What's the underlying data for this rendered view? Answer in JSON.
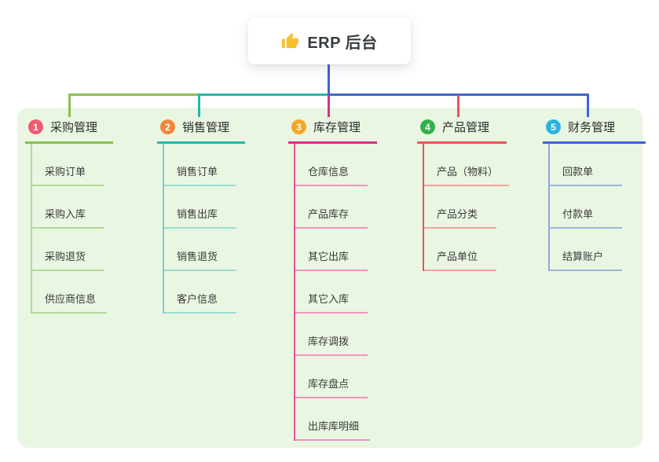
{
  "root": {
    "label": "ERP 后台",
    "icon": "thumbs-up-icon",
    "icon_color": "#f4c02c"
  },
  "panel": {
    "background": "#e9f6e2"
  },
  "branches": [
    {
      "number": "1",
      "label": "采购管理",
      "badge_color": "#ee5a71",
      "line_color": "#8cbf4f",
      "stem_color": "#b3d896",
      "child_line_color": "#b3d896",
      "children": [
        "采购订单",
        "采购入库",
        "采购退货",
        "供应商信息"
      ]
    },
    {
      "number": "2",
      "label": "销售管理",
      "badge_color": "#f0873c",
      "line_color": "#23b8ab",
      "stem_color": "#79d0c7",
      "child_line_color": "#98dcd4",
      "children": [
        "销售订单",
        "销售出库",
        "销售退货",
        "客户信息"
      ]
    },
    {
      "number": "3",
      "label": "库存管理",
      "badge_color": "#f5a623",
      "line_color": "#d92e87",
      "stem_color": "#e85a97",
      "child_line_color": "#ee95bf",
      "children": [
        "仓库信息",
        "产品库存",
        "其它出库",
        "其它入库",
        "库存调拨",
        "库存盘点",
        "出库库明细"
      ]
    },
    {
      "number": "4",
      "label": "产品管理",
      "badge_color": "#33b249",
      "line_color": "#f0525c",
      "stem_color": "#f0525c",
      "child_line_color": "#f2a49e",
      "children": [
        "产品（物料）",
        "产品分类",
        "产品单位"
      ]
    },
    {
      "number": "5",
      "label": "财务管理",
      "badge_color": "#2bb3df",
      "line_color": "#3d64d8",
      "stem_color": "#93a8da",
      "child_line_color": "#a0b3de",
      "children": [
        "回款单",
        "付款单",
        "结算账户"
      ]
    }
  ]
}
